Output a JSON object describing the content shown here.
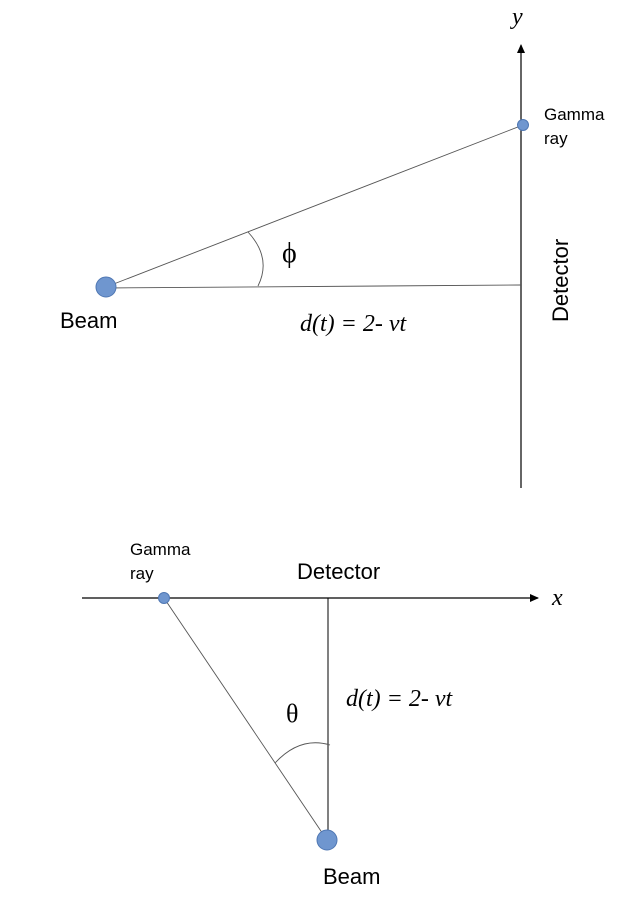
{
  "colors": {
    "line": "#000000",
    "thin_line": "#555555",
    "point_fill": "#6f96cf",
    "point_stroke": "#4f77b3"
  },
  "top_diagram": {
    "axis_label": "y",
    "gamma_label_line1": "Gamma",
    "gamma_label_line2": "ray",
    "detector_label": "Detector",
    "angle_symbol": "ϕ",
    "beam_label": "Beam",
    "distance_formula": "d(t) = 2- vt"
  },
  "bottom_diagram": {
    "axis_label": "x",
    "gamma_label_line1": "Gamma",
    "gamma_label_line2": "ray",
    "detector_label": "Detector",
    "angle_symbol": "θ",
    "beam_label": "Beam",
    "distance_formula": "d(t) = 2- vt"
  }
}
